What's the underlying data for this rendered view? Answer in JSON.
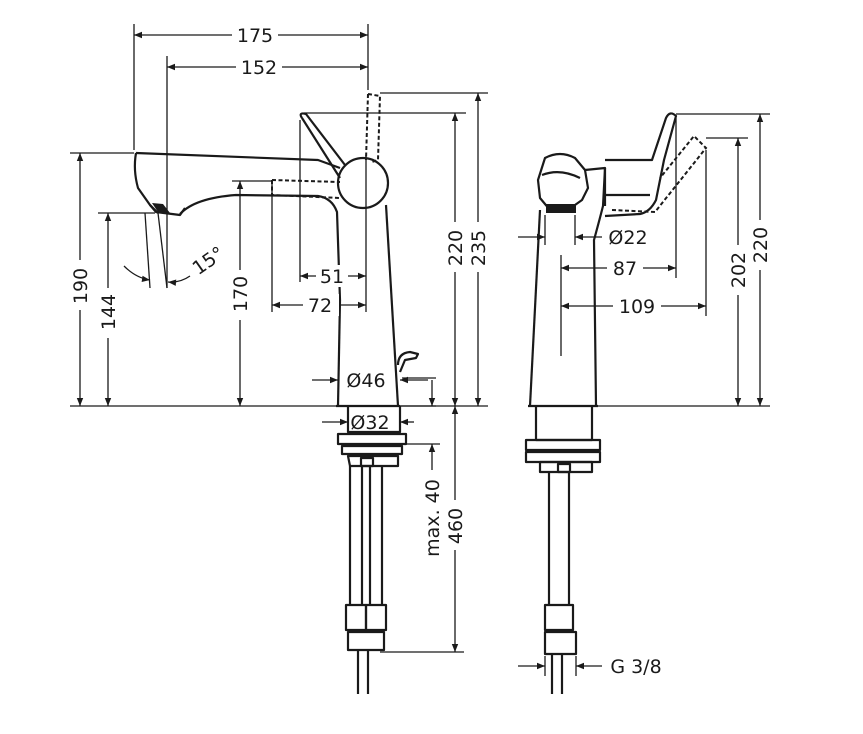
{
  "dimensions": {
    "spout_reach_total": "175",
    "spout_reach": "152",
    "height_handle_lifted": "235",
    "height_total": "220",
    "spout_height": "190",
    "outlet_height": "144",
    "body_to_spout": "170",
    "spray_angle": "15°",
    "handle_axis_offset": "51",
    "handle_reach": "72",
    "body_diameter": "Ø46",
    "shank_diameter": "Ø32",
    "max_hole_depth": "max. 40",
    "hose_length": "460",
    "aerator_diameter": "Ø22",
    "side_handle_depth": "87",
    "side_handle_depth_lifted": "109",
    "side_height": "202",
    "side_height_total": "220",
    "connection_thread": "G 3/8"
  }
}
